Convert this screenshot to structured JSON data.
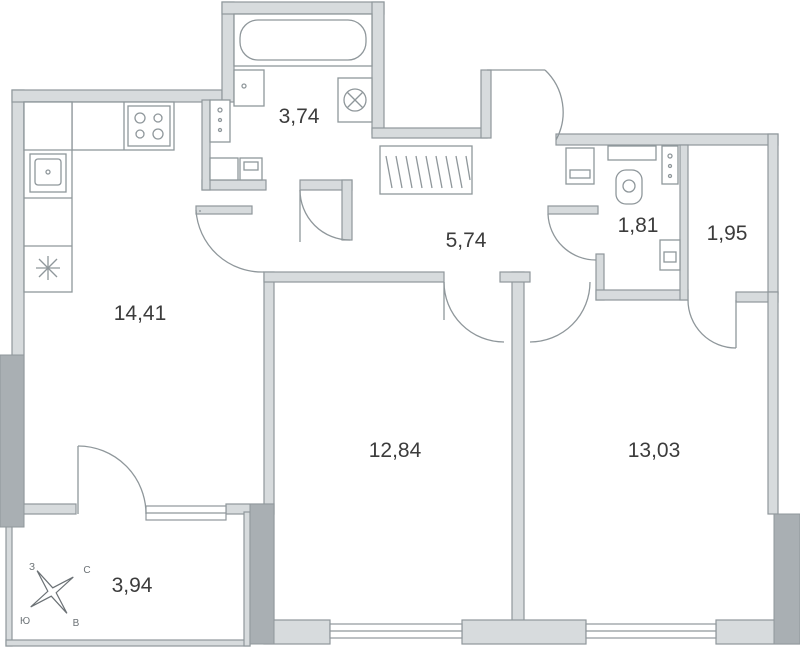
{
  "rooms": {
    "bathroom": "3,74",
    "kitchen": "14,41",
    "hall": "5,74",
    "toilet": "1,81",
    "closet": "1,95",
    "bedroom_left": "12,84",
    "bedroom_right": "13,03",
    "balcony": "3,94"
  },
  "compass": {
    "north": "С",
    "west": "З",
    "south": "Ю",
    "east": "В"
  },
  "colors": {
    "wall": "#d7dbdd",
    "outline": "#8f979b",
    "column": "#a9afb3",
    "text": "#3c3c3c"
  }
}
